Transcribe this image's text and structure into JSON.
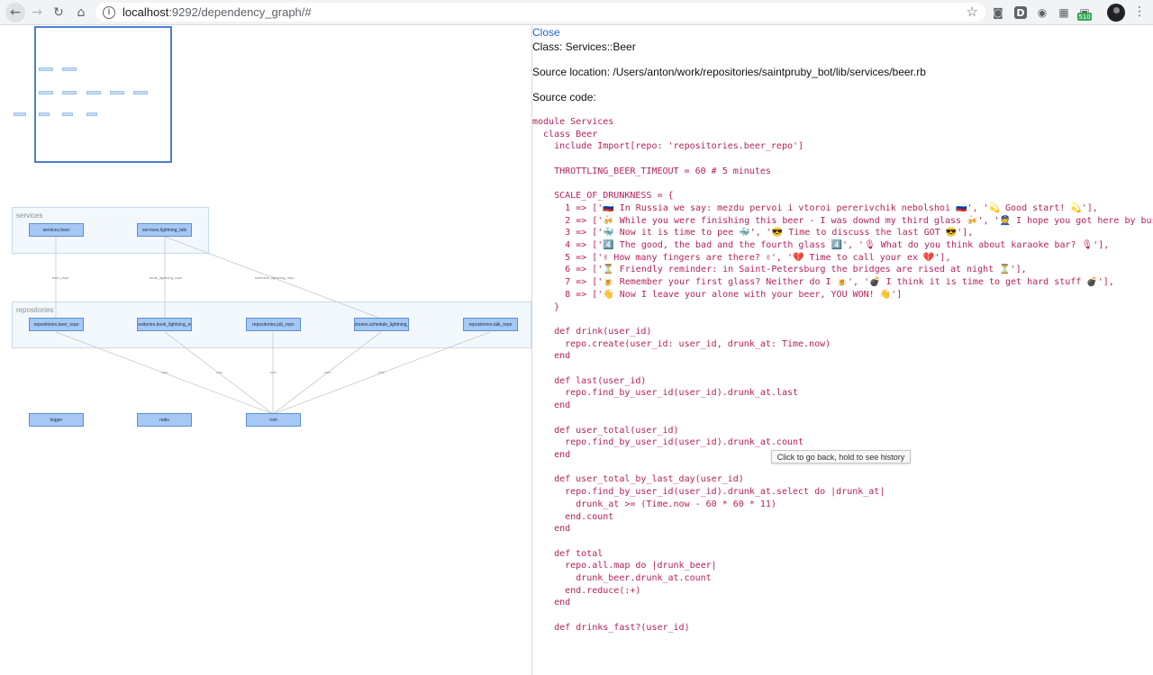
{
  "browser": {
    "url_host": "localhost",
    "url_path": ":9292/dependency_graph/#",
    "ext_badge": "510",
    "ext_d": "D"
  },
  "graph": {
    "clusters": [
      {
        "id": "services",
        "label": "services"
      },
      {
        "id": "repositories",
        "label": "repositories"
      }
    ],
    "nodes": {
      "services_beer": "services.beer",
      "services_lightning_talk": "services.lightning_talk",
      "repo_beer": "repositories.beer_repo",
      "repo_book_lightning": "repositories.book_lightning_repo",
      "repo_job": "repositories.job_repo",
      "repo_schedule_lightning": "repositories.schedule_lightning_repo",
      "repo_talk": "repositories.talk_repo",
      "logger": "logger",
      "redis": "redis",
      "rom": "rom"
    },
    "edge_labels": {
      "beer_repo": "beer_repo",
      "book_lightning_repo": "book_lightning_repo",
      "schedule_lightning_repo": "schedule_lightning_repo",
      "rom1": "rom",
      "rom2": "rom",
      "rom3": "rom",
      "rom4": "rom",
      "rom5": "rom"
    }
  },
  "detail": {
    "close_label": "Close",
    "class_line": "Class: Services::Beer",
    "source_location_line": "Source location: /Users/anton/work/repositories/saintpruby_bot/lib/services/beer.rb",
    "source_code_label": "Source code:",
    "code": "module Services\n  class Beer\n    include Import[repo: 'repositories.beer_repo']\n\n    THROTTLING_BEER_TIMEOUT = 60 # 5 minutes\n\n    SCALE_OF_DRUNKNESS = {\n      1 => ['🇷🇺 In Russia we say: mezdu pervoi i vtoroi pererivchik nebolshoi 🇷🇺', '💫 Good start! 💫'],\n      2 => ['🍻 While you were finishing this beer - I was downd my third glass 🍻', '👮 I hope you got here by bus? 👮'],\n      3 => ['🐳 Now it is time to pee 🐳', '😎 Time to discuss the last GOT 😎'],\n      4 => ['4️⃣ The good, the bad and the fourth glass 4️⃣', '🎙 What do you think about karaoke bar? 🎙'],\n      5 => ['✌ How many fingers are there? ✌', '💔 Time to call your ex 💔'],\n      6 => ['⏳ Friendly reminder: in Saint-Petersburg the bridges are rised at night ⏳'],\n      7 => ['🍺 Remember your first glass? Neither do I 🍺', '💣 I think it is time to get hard stuff 💣'],\n      8 => ['👋 Now I leave your alone with your beer, YOU WON! 👋']\n    }\n\n    def drink(user_id)\n      repo.create(user_id: user_id, drunk_at: Time.now)\n    end\n\n    def last(user_id)\n      repo.find_by_user_id(user_id).drunk_at.last\n    end\n\n    def user_total(user_id)\n      repo.find_by_user_id(user_id).drunk_at.count\n    end\n\n    def user_total_by_last_day(user_id)\n      repo.find_by_user_id(user_id).drunk_at.select do |drunk_at|\n        drunk_at >= (Time.now - 60 * 60 * 11)\n      end.count\n    end\n\n    def total\n      repo.all.map do |drunk_beer|\n        drunk_beer.drunk_at.count\n      end.reduce(:+)\n    end\n\n    def drinks_fast?(user_id)"
  },
  "tooltip": {
    "text": "Click to go back, hold to see history"
  }
}
